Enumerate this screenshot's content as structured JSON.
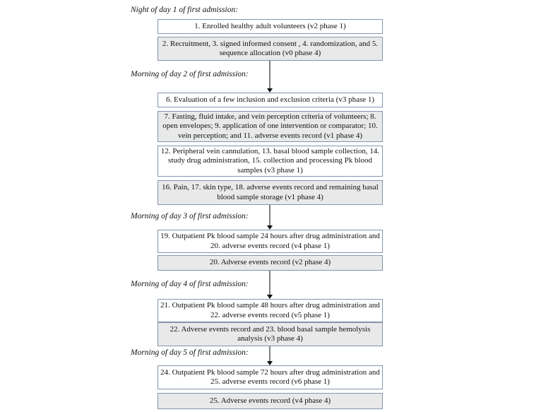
{
  "colors": {
    "box_border": "#8494ac",
    "box_fill_gray": "#e9e9e9",
    "box_fill_white": "#ffffff",
    "arrow_line": "#7f7f7f",
    "arrow_head": "#111111",
    "text": "#111111"
  },
  "sections": [
    {
      "heading": "Night of day 1 of first admission:",
      "boxes": [
        {
          "text": "1. Enrolled healthy adult volunteers (v2 phase 1)",
          "variant": "white"
        },
        {
          "text": "2. Recruitment, 3. signed informed consent , 4. randomization, and 5. sequence allocation (v0 phase 4)",
          "variant": "gray"
        }
      ]
    },
    {
      "heading": "Morning of day 2 of first admission:",
      "boxes": [
        {
          "text": "6. Evaluation of a few inclusion and exclusion criteria (v3 phase 1)",
          "variant": "white"
        },
        {
          "text": "7. Fasting, fluid intake, and vein perception criteria of volunteers; 8. open envelopes; 9. application of one intervention or comparator; 10. vein perception; and 11. adverse events record (v1 phase 4)",
          "variant": "gray"
        },
        {
          "text": "12. Peripheral vein cannulation, 13. basal blood sample collection, 14. study drug administration, 15. collection and processing Pk blood samples (v3 phase 1)",
          "variant": "white"
        },
        {
          "text": "16. Pain, 17. skin type, 18. adverse events record and remaining basal blood sample storage (v1 phase 4)",
          "variant": "gray"
        }
      ]
    },
    {
      "heading": "Morning of day 3 of first admission:",
      "boxes": [
        {
          "text": "19. Outpatient Pk blood sample 24 hours after drug administration and 20. adverse events record (v4 phase 1)",
          "variant": "white"
        },
        {
          "text": "20. Adverse events record (v2 phase 4)",
          "variant": "gray"
        }
      ]
    },
    {
      "heading": "Morning of day 4 of first admission:",
      "boxes": [
        {
          "text": "21. Outpatient Pk blood sample 48 hours after drug administration and 22. adverse events record (v5 phase 1)",
          "variant": "white"
        },
        {
          "text": "22. Adverse events record and 23. blood basal sample hemolysis analysis (v3 phase 4)",
          "variant": "gray"
        }
      ]
    },
    {
      "heading": "Morning of day 5 of first admission:",
      "boxes": [
        {
          "text": "24. Outpatient Pk blood sample 72 hours after drug administration and 25. adverse events record (v6 phase 1)",
          "variant": "white"
        },
        {
          "text": "25. Adverse events record (v4 phase 4)",
          "variant": "gray"
        }
      ]
    }
  ]
}
